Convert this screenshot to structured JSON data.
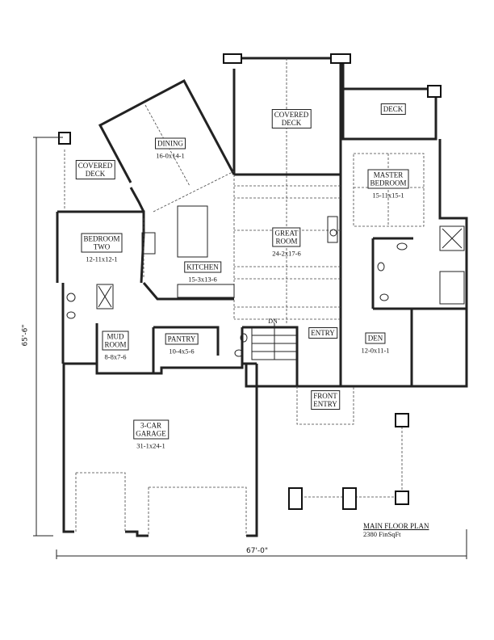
{
  "plan": {
    "title": "MAIN FLOOR PLAN",
    "area": "2380 FinSqFt",
    "width_dimension": "67'-0\"",
    "depth_dimension": "65'-6\"",
    "stair_label": "DN"
  },
  "rooms": [
    {
      "id": "covered-deck-left",
      "name": "COVERED\nDECK",
      "size": ""
    },
    {
      "id": "dining",
      "name": "DINING",
      "size": "16-0x14-1"
    },
    {
      "id": "covered-deck-center",
      "name": "COVERED\nDECK",
      "size": ""
    },
    {
      "id": "deck",
      "name": "DECK",
      "size": ""
    },
    {
      "id": "master-bedroom",
      "name": "MASTER\nBEDROOM",
      "size": "15-11x15-1"
    },
    {
      "id": "bedroom-two",
      "name": "BEDROOM\nTWO",
      "size": "12-11x12-1"
    },
    {
      "id": "kitchen",
      "name": "KITCHEN",
      "size": "15-3x13-6"
    },
    {
      "id": "great-room",
      "name": "GREAT\nROOM",
      "size": "24-2x17-6"
    },
    {
      "id": "mud-room",
      "name": "MUD\nROOM",
      "size": "8-8x7-6"
    },
    {
      "id": "pantry",
      "name": "PANTRY",
      "size": "10-4x5-6"
    },
    {
      "id": "entry",
      "name": "ENTRY",
      "size": ""
    },
    {
      "id": "den",
      "name": "DEN",
      "size": "12-0x11-1"
    },
    {
      "id": "front-entry",
      "name": "FRONT\nENTRY",
      "size": ""
    },
    {
      "id": "garage",
      "name": "3-CAR\nGARAGE",
      "size": "31-1x24-1"
    }
  ]
}
